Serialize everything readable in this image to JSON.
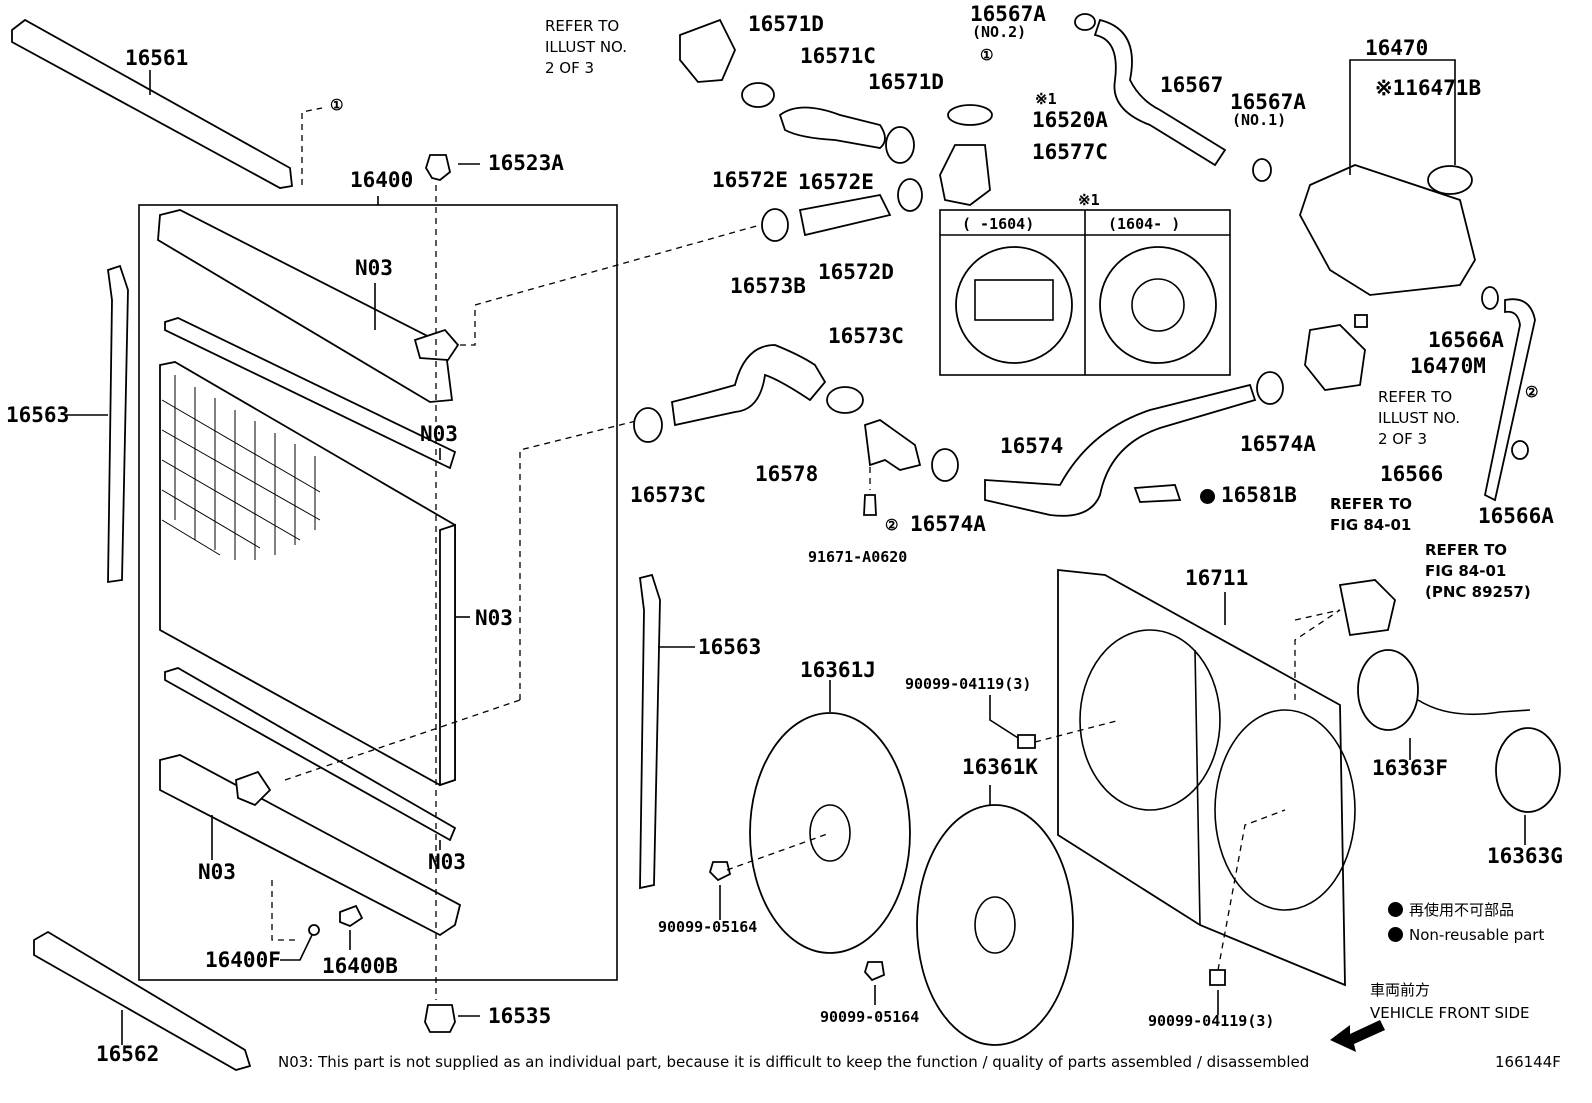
{
  "diagram_id": "166144F",
  "footnote": "N03: This part is not supplied as an individual part, because it is difficult to keep the function / quality of parts assembled / disassembled",
  "legend": {
    "jp": "再使用不可部品",
    "en": "Non-reusable part",
    "front_jp": "車両前方",
    "front_en": "VEHICLE FRONT SIDE"
  },
  "star_note": "※1",
  "cap_table": {
    "col1": "(    -1604)",
    "col2": "(1604-    )"
  },
  "labels": {
    "p16561": "16561",
    "p16400": "16400",
    "p16523A": "16523A",
    "n03_top": "N03",
    "n03_mid": "N03",
    "n03_side": "N03",
    "n03_bot_left": "N03",
    "n03_bot": "N03",
    "p16563_left": "16563",
    "p16563_right": "16563",
    "p16400F": "16400F",
    "p16400B": "16400B",
    "p16535": "16535",
    "p16562": "16562",
    "refer1": "REFER TO",
    "refer1b": "ILLUST NO.",
    "refer1c": "2 OF 3",
    "p16571D_a": "16571D",
    "p16571C": "16571C",
    "p16571D_b": "16571D",
    "p16567A_no2": "16567A",
    "no2": "(NO.2)",
    "circ1_top": "①",
    "circ1_left": "①",
    "p16567": "16567",
    "p16470": "16470",
    "p16471B": "※116471B",
    "p16567A_no1": "16567A",
    "no1": "(NO.1)",
    "star1_cap": "※1",
    "p16520A": "16520A",
    "p16577C": "16577C",
    "p16572E_a": "16572E",
    "p16572E_b": "16572E",
    "p16572D": "16572D",
    "p16573B": "16573B",
    "p16573C_a": "16573C",
    "p16573C_b": "16573C",
    "p16578": "16578",
    "circ2_a": "②",
    "circ2_b": "②",
    "p91671": "91671-A0620",
    "p16574A_a": "16574A",
    "p16574": "16574",
    "p16574A_b": "16574A",
    "p16581B": "16581B",
    "p16566A_a": "16566A",
    "p16470M": "16470M",
    "refer2": "REFER TO",
    "refer2b": "ILLUST NO.",
    "refer2c": "2 OF 3",
    "p16566": "16566",
    "p16566A_b": "16566A",
    "refer3": "REFER TO",
    "refer3b": "FIG 84-01",
    "refer4": "REFER TO",
    "refer4b": "FIG 84-01",
    "refer4c": "(PNC 89257)",
    "p16711": "16711",
    "p16361J": "16361J",
    "p90099_04119_a": "90099-04119(3)",
    "p16361K": "16361K",
    "p16363F": "16363F",
    "p16363G": "16363G",
    "p90099_05164_a": "90099-05164",
    "p90099_05164_b": "90099-05164",
    "p90099_04119_b": "90099-04119(3)"
  }
}
